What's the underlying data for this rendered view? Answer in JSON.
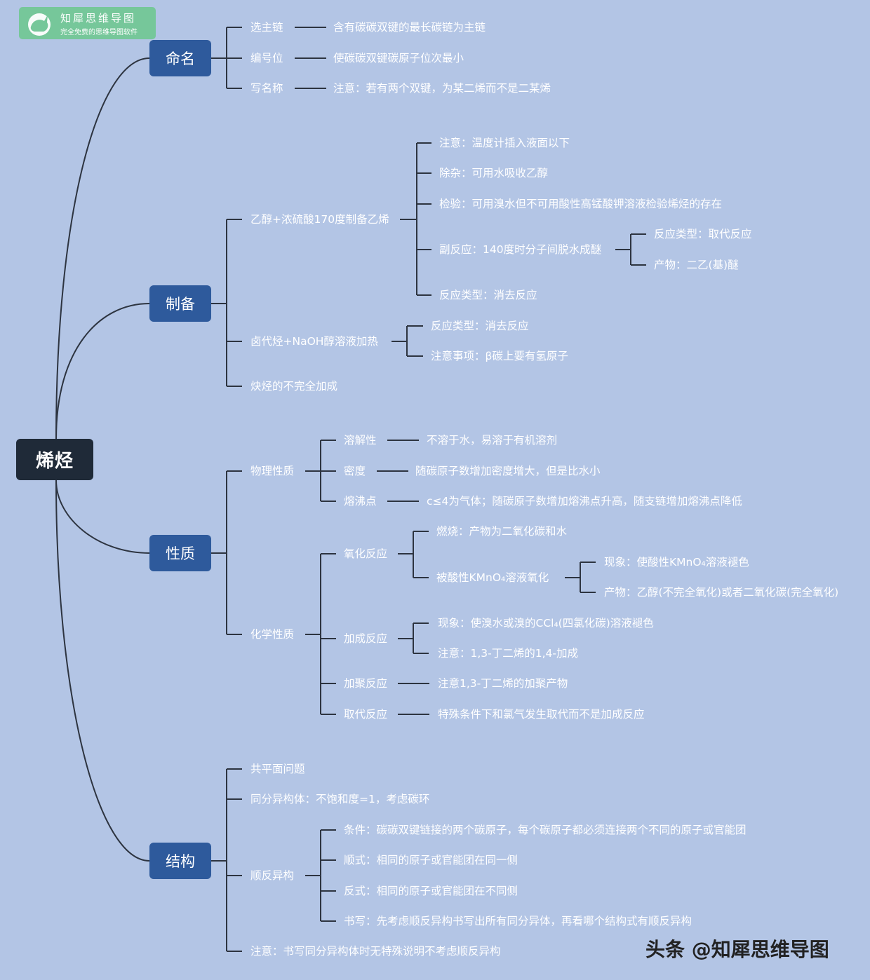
{
  "logo": {
    "title": "知犀思维导图",
    "subtitle": "完全免费的思维导图软件"
  },
  "watermark": "头条 @知犀思维导图",
  "root": "烯烃",
  "naming": {
    "label": "命名",
    "items": [
      {
        "label": "选主链",
        "value": "含有碳碳双键的最长碳链为主链"
      },
      {
        "label": "编号位",
        "value": "使碳碳双键碳原子位次最小"
      },
      {
        "label": "写名称",
        "value": "注意：若有两个双键，为某二烯而不是二某烯"
      }
    ]
  },
  "prep": {
    "label": "制备",
    "ethanol": {
      "label": "乙醇+浓硫酸170度制备乙烯",
      "items": [
        "注意：温度计插入液面以下",
        "除杂：可用水吸收乙醇",
        "检验：可用溴水但不可用酸性高锰酸钾溶液检验烯烃的存在",
        "副反应：140度时分子间脱水成醚",
        "反应类型：消去反应"
      ],
      "side": [
        "反应类型：取代反应",
        "产物：二乙(基)醚"
      ]
    },
    "halide": {
      "label": "卤代烃+NaOH醇溶液加热",
      "items": [
        "反应类型：消去反应",
        "注意事项：β碳上要有氢原子"
      ]
    },
    "alkyne": "炔烃的不完全加成"
  },
  "props": {
    "label": "性质",
    "physical": {
      "label": "物理性质",
      "items": [
        {
          "label": "溶解性",
          "value": "不溶于水，易溶于有机溶剂"
        },
        {
          "label": "密度",
          "value": "随碳原子数增加密度增大，但是比水小"
        },
        {
          "label": "熔沸点",
          "value": "c≤4为气体；随碳原子数增加熔沸点升高，随支链增加熔沸点降低"
        }
      ]
    },
    "chemical": {
      "label": "化学性质",
      "oxidation": {
        "label": "氧化反应",
        "burn": "燃烧：产物为二氧化碳和水",
        "kmno4": "被酸性KMnO₄溶液氧化",
        "kmno4_items": [
          "现象：使酸性KMnO₄溶液褪色",
          "产物：乙醇(不完全氧化)或者二氧化碳(完全氧化)"
        ]
      },
      "addition": {
        "label": "加成反应",
        "items": [
          "现象：使溴水或溴的CCl₄(四氯化碳)溶液褪色",
          "注意：1,3-丁二烯的1,4-加成"
        ]
      },
      "polymer": {
        "label": "加聚反应",
        "value": "注意1,3-丁二烯的加聚产物"
      },
      "substitution": {
        "label": "取代反应",
        "value": "特殊条件下和氯气发生取代而不是加成反应"
      }
    }
  },
  "structure": {
    "label": "结构",
    "coplanar": "共平面问题",
    "isomer": "同分异构体：不饱和度=1，考虑碳环",
    "cistrans": {
      "label": "顺反异构",
      "items": [
        "条件：碳碳双键链接的两个碳原子，每个碳原子都必须连接两个不同的原子或官能团",
        "顺式：相同的原子或官能团在同一侧",
        "反式：相同的原子或官能团在不同侧",
        "书写：先考虑顺反异构书写出所有同分异体，再看哪个结构式有顺反异构"
      ]
    },
    "note": "注意：书写同分异构体时无特殊说明不考虑顺反异构"
  }
}
